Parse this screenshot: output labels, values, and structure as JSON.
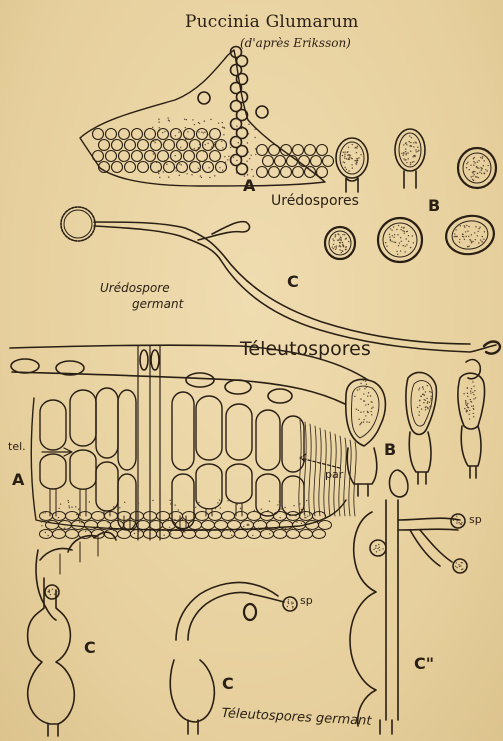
{
  "plate": {
    "title": "Puccinia Glumarum",
    "credit": "(d'après Eriksson)",
    "uredo": {
      "panel_a": "A",
      "panel_b": "B",
      "panel_c": "C",
      "label_spores": "Urédospores",
      "label_germ_line1": "Urédospore",
      "label_germ_line2": "germant"
    },
    "teleuto": {
      "heading": "Téleutospores",
      "panel_a": "A",
      "panel_b": "B",
      "label_tel": "tel.",
      "label_par": "par",
      "panel_c1": "C",
      "panel_c2": "C",
      "panel_c3": "C\"",
      "sp1": "sp",
      "sp2": "sp",
      "footer_line": "Téleutospores germant"
    }
  },
  "colors": {
    "paper": "#e9d5a6",
    "ink": "#2a1f14",
    "stipple": "#5a4632"
  }
}
